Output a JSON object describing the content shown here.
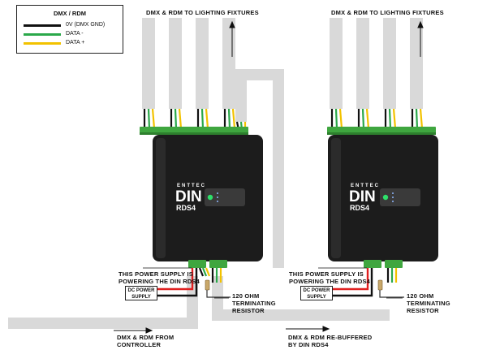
{
  "legend": {
    "title": "DMX / RDM",
    "items": [
      {
        "label": "0V (DMX GND)",
        "color": "#111111"
      },
      {
        "label": "DATA -",
        "color": "#2aa84a"
      },
      {
        "label": "DATA +",
        "color": "#f2c200"
      }
    ]
  },
  "labels": {
    "top_left": "DMX & RDM TO LIGHTING FIXTURES",
    "top_right": "DMX & RDM TO LIGHTING FIXTURES",
    "power_left_1": "THIS POWER SUPPLY IS",
    "power_left_2": "POWERING THE DIN RDS4",
    "power_right_1": "THIS POWER SUPPLY IS",
    "power_right_2": "POWERING THE DIN RDS4",
    "term_left_1": "120 OHM",
    "term_left_2": "TERMINATING",
    "term_left_3": "RESISTOR",
    "term_right_1": "120 OHM",
    "term_right_2": "TERMINATING",
    "term_right_3": "RESISTOR",
    "from_controller_1": "DMX & RDM FROM",
    "from_controller_2": "CONTROLLER",
    "rebuffered_1": "DMX & RDM RE-BUFFERED",
    "rebuffered_2": "BY DIN RDS4"
  },
  "psu": {
    "left_1": "DC POWER",
    "left_2": "SUPPLY",
    "right_1": "DC POWER",
    "right_2": "SUPPLY"
  },
  "device": {
    "brand": "ENTTEC",
    "model_1": "DIN",
    "model_2": "RDS4",
    "color_body": "#1c1c1c",
    "color_terminal": "#3fa63f"
  },
  "colors": {
    "cable": "#d9d9d9",
    "black": "#111111",
    "green": "#2aa84a",
    "yellow": "#f2c200",
    "red": "#e02020"
  }
}
